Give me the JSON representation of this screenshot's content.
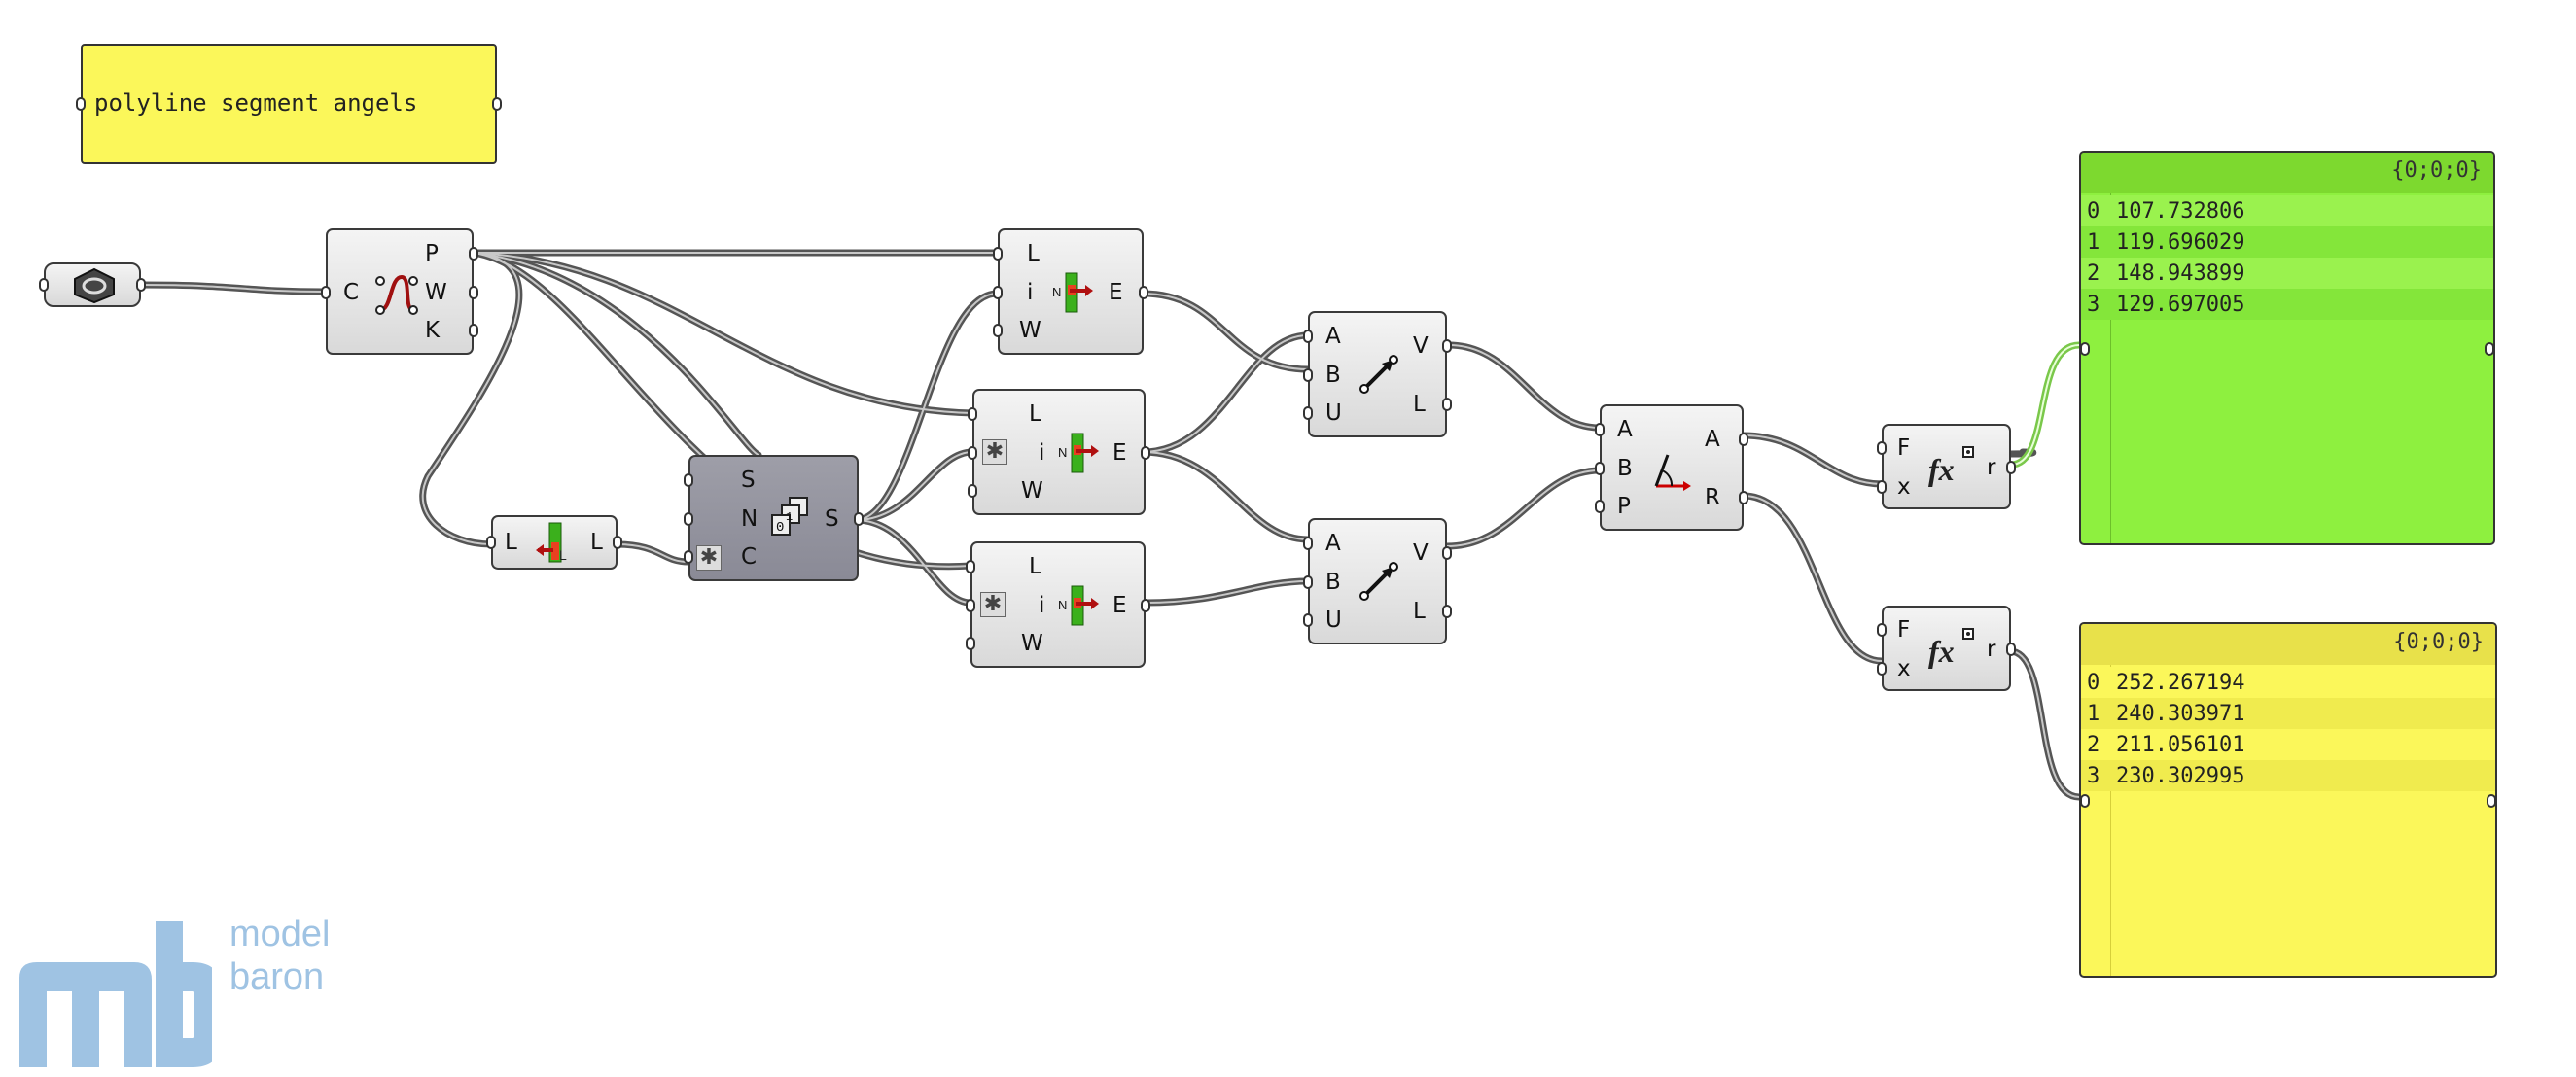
{
  "note": {
    "text": "polyline segment angels"
  },
  "components": {
    "polyline": {
      "inputs": [
        "C"
      ],
      "outputs": [
        "P",
        "W",
        "K"
      ]
    },
    "list_item_1": {
      "inputs": [
        "L",
        "i",
        "W"
      ],
      "outputs": [
        "E"
      ]
    },
    "list_item_2": {
      "inputs": [
        "L",
        "i",
        "W"
      ],
      "outputs": [
        "E"
      ]
    },
    "list_item_3": {
      "inputs": [
        "L",
        "i",
        "W"
      ],
      "outputs": [
        "E"
      ]
    },
    "list_length": {
      "inputs": [
        "L"
      ],
      "outputs": [
        "L"
      ]
    },
    "series": {
      "inputs": [
        "S",
        "N",
        "C"
      ],
      "outputs": [
        "S"
      ]
    },
    "vector_1": {
      "inputs": [
        "A",
        "B",
        "U"
      ],
      "outputs": [
        "V",
        "L"
      ]
    },
    "vector_2": {
      "inputs": [
        "A",
        "B",
        "U"
      ],
      "outputs": [
        "V",
        "L"
      ]
    },
    "angle": {
      "inputs": [
        "A",
        "B",
        "P"
      ],
      "outputs": [
        "A",
        "R"
      ]
    },
    "expression_1": {
      "inputs": [
        "F",
        "x"
      ],
      "outputs": [
        "r"
      ]
    },
    "expression_2": {
      "inputs": [
        "F",
        "x"
      ],
      "outputs": [
        "r"
      ]
    }
  },
  "panels": {
    "green": {
      "header": "{0;0;0}",
      "color": "#8ef03f",
      "rows": [
        {
          "index": "0",
          "value": "107.732806"
        },
        {
          "index": "1",
          "value": "119.696029"
        },
        {
          "index": "2",
          "value": "148.943899"
        },
        {
          "index": "3",
          "value": "129.697005"
        }
      ]
    },
    "yellow": {
      "header": "{0;0;0}",
      "color": "#fbf75a",
      "rows": [
        {
          "index": "0",
          "value": "252.267194"
        },
        {
          "index": "1",
          "value": "240.303971"
        },
        {
          "index": "2",
          "value": "211.056101"
        },
        {
          "index": "3",
          "value": "230.302995"
        }
      ]
    }
  },
  "logo": {
    "line1": "model",
    "line2": "baron",
    "color": "#9fc3e3"
  },
  "icons": {
    "param": "curve-parameter-icon",
    "polyline": "polyline-control-points-icon",
    "list_item": "list-item-icon",
    "list_length": "list-length-icon",
    "series": "series-icon",
    "vector": "vector-2pt-icon",
    "angle": "angle-icon",
    "expression": "expression-fx-icon"
  }
}
